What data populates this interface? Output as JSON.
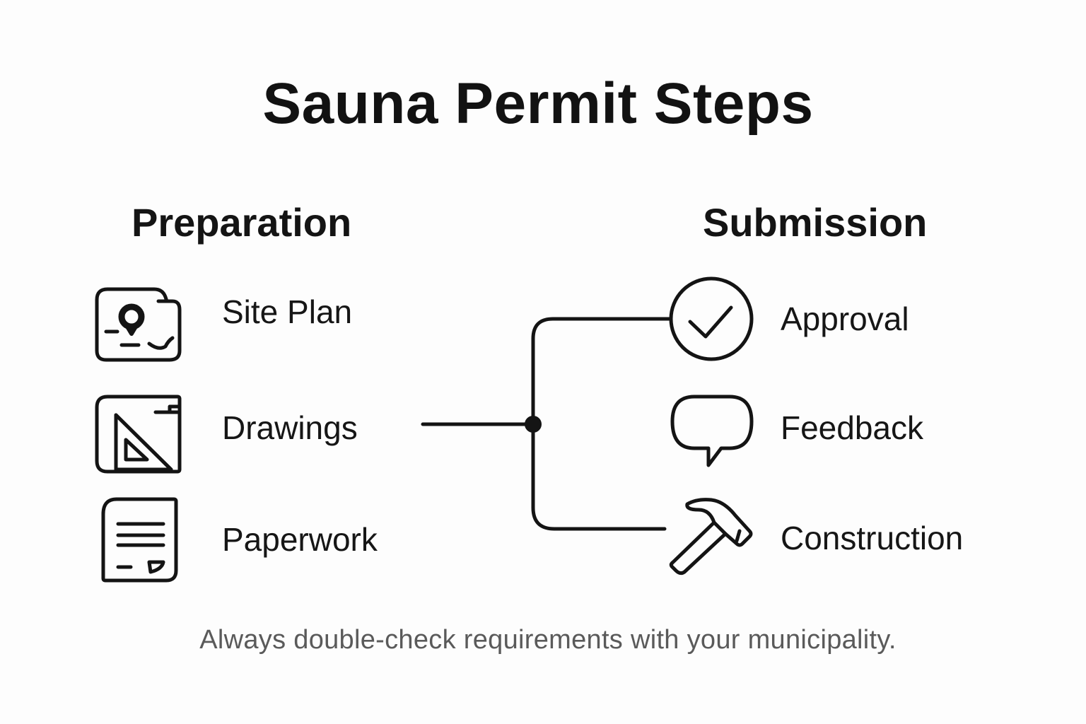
{
  "title": "Sauna Permit Steps",
  "sections": {
    "preparation": {
      "heading": "Preparation",
      "items": [
        {
          "label": "Site Plan",
          "icon": "site-plan-map-icon"
        },
        {
          "label": "Drawings",
          "icon": "drawing-set-square-icon"
        },
        {
          "label": "Paperwork",
          "icon": "document-icon"
        }
      ]
    },
    "submission": {
      "heading": "Submission",
      "items": [
        {
          "label": "Approval",
          "icon": "check-circle-icon"
        },
        {
          "label": "Feedback",
          "icon": "speech-bubble-icon"
        },
        {
          "label": "Construction",
          "icon": "hammer-icon"
        }
      ]
    }
  },
  "footnote": "Always double-check requirements with your municipality.",
  "colors": {
    "background": "#fdfdfd",
    "stroke": "#141414",
    "footnote": "#5a5a5a"
  }
}
